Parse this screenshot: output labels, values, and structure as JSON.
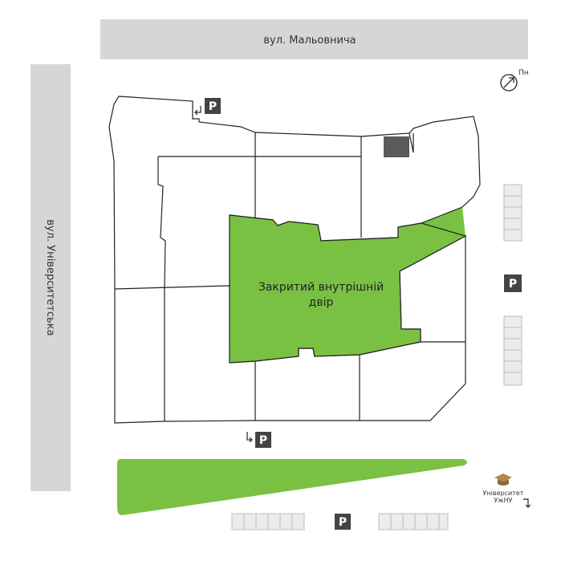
{
  "streets": {
    "top": "вул. Мальовнича",
    "left": "вул. Університетська"
  },
  "courtyard": {
    "line1": "Закритий внутрішній",
    "line2": "двір"
  },
  "north": {
    "label": "Пн"
  },
  "parking": {
    "label": "P"
  },
  "university": {
    "line1": "Університет",
    "line2": "УжНУ"
  },
  "colors": {
    "green": "#7ac143",
    "road": "#d6d6d6",
    "parking_badge": "#444444",
    "dark_unit": "#5a5a5a"
  },
  "icons": [
    "north-arrow-icon",
    "university-cap-icon",
    "parking-icon",
    "entrance-arrow-icon"
  ]
}
